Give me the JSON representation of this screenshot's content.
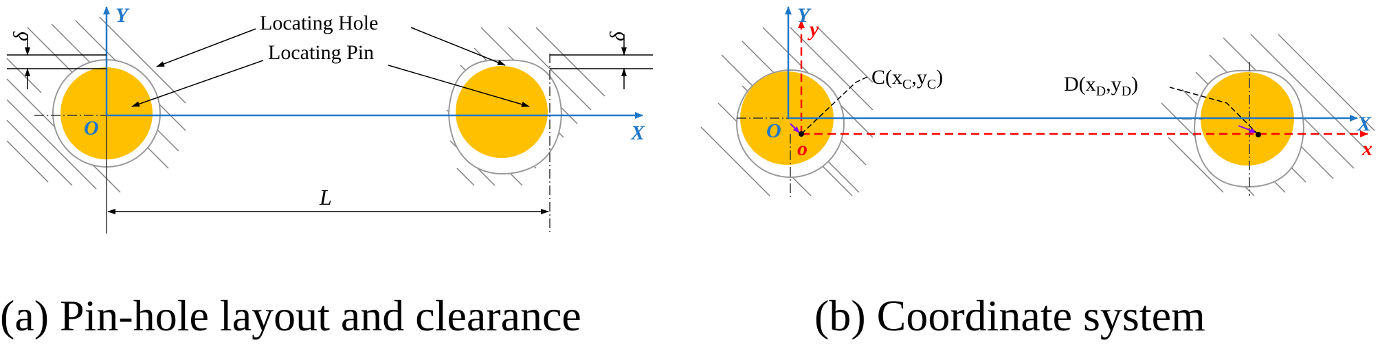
{
  "panel_a": {
    "axis_y": "Y",
    "axis_x": "X",
    "origin": "O",
    "label_hole": "Locating Hole",
    "label_pin": "Locating Pin",
    "delta_left": "δ",
    "delta_right": "δ",
    "dimension": "L",
    "caption": "(a) Pin-hole layout and clearance"
  },
  "panel_b": {
    "axis_Y": "Y",
    "axis_y": "y",
    "axis_X": "X",
    "axis_x": "x",
    "origin_O": "O",
    "origin_o": "o",
    "point_c": {
      "prefix": "C(x",
      "sub1": "C",
      "mid": ",y",
      "sub2": "C",
      "suffix": ")"
    },
    "point_d": {
      "prefix": "D(x",
      "sub1": "D",
      "mid": ",y",
      "sub2": "D",
      "suffix": ")"
    },
    "caption": "(b) Coordinate system"
  },
  "colors": {
    "pin_fill": "#FFC000",
    "axis_blue": "#1F77C8",
    "axis_red": "#FF0000",
    "hatch": "#808080",
    "outline": "#999999",
    "marker": "#8B00FF"
  }
}
